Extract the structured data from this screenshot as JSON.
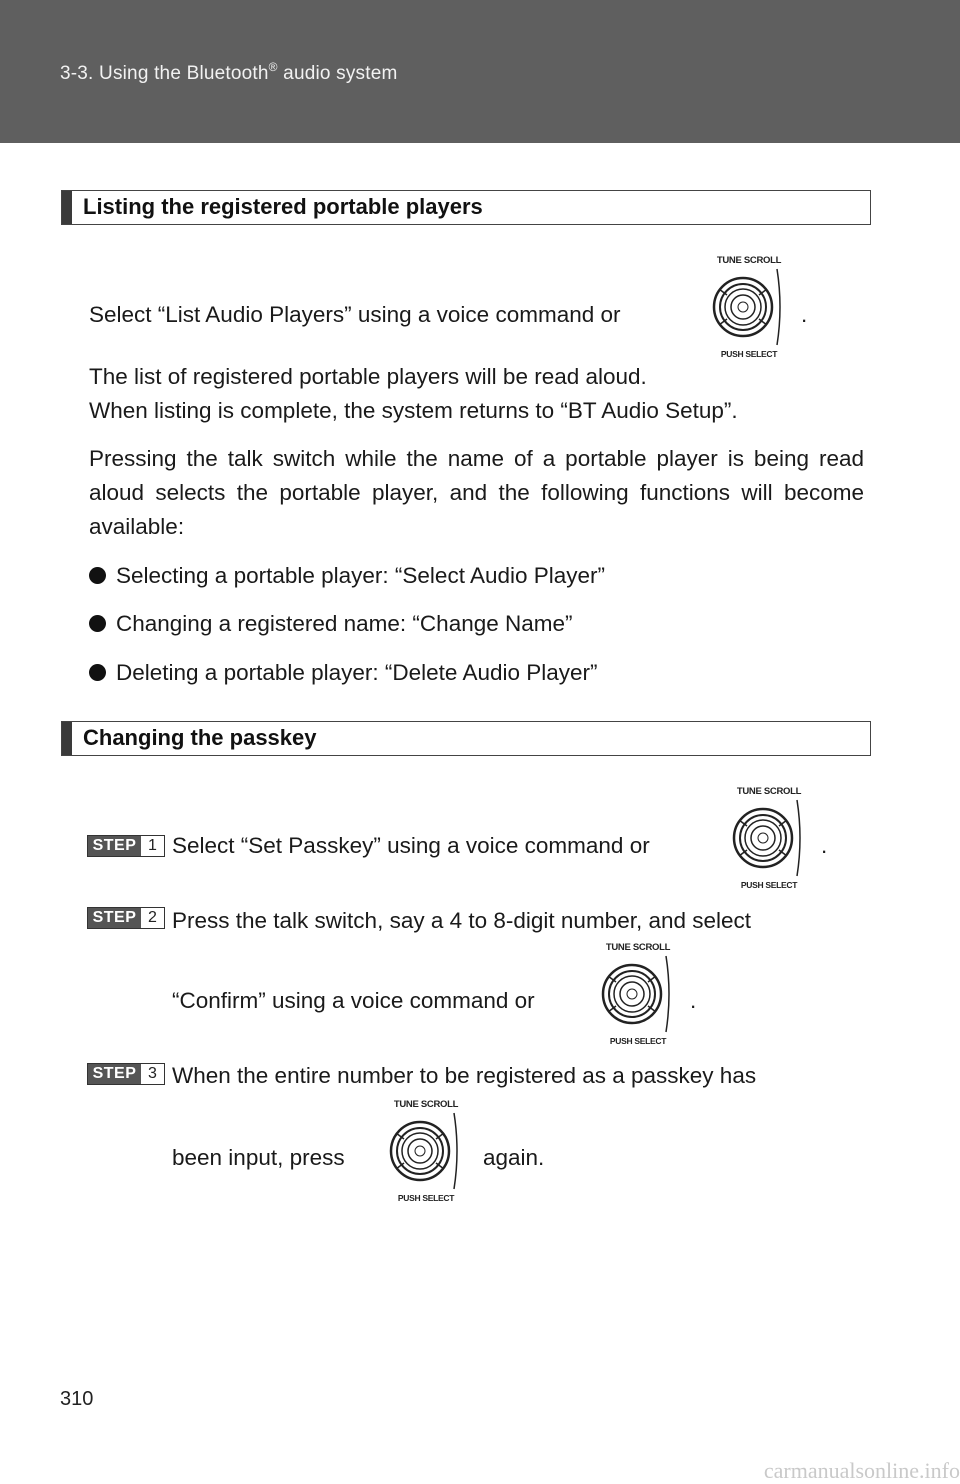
{
  "header": {
    "section_prefix": "3-3. Using the Bluetooth",
    "registered_mark": "®",
    "section_suffix": " audio system"
  },
  "section1": {
    "title": "Listing the registered portable players",
    "line1_text": "Select “List Audio Players” using a voice command or",
    "line1_end": ".",
    "para2_line1": "The list of registered portable players will be read aloud.",
    "para2_line2": "When listing is complete, the system returns to “BT Audio Setup”.",
    "para3": "Pressing the talk switch while the name of a portable player is being read aloud selects the portable player, and the following functions will become available:",
    "bullets": [
      "Selecting a portable player: “Select Audio Player”",
      "Changing a registered name: “Change Name”",
      "Deleting a portable player: “Delete Audio Player”"
    ]
  },
  "section2": {
    "title": "Changing the passkey",
    "steps": [
      {
        "label": "STEP",
        "number": "1",
        "text": "Select “Set Passkey” using a voice command or",
        "end": "."
      },
      {
        "label": "STEP",
        "number": "2",
        "text_line1": "Press the talk switch, say a 4 to 8-digit number, and select",
        "text_line2": "“Confirm” using a voice command or",
        "end": "."
      },
      {
        "label": "STEP",
        "number": "3",
        "text_line1": "When the entire number to be registered as a passkey has",
        "text_line2_a": "been input, press",
        "text_line2_b": "again."
      }
    ]
  },
  "knob": {
    "top_label": "TUNE SCROLL",
    "bottom_label": "PUSH SELECT"
  },
  "footer": {
    "page_number": "310",
    "watermark": "carmanualsonline.info"
  }
}
